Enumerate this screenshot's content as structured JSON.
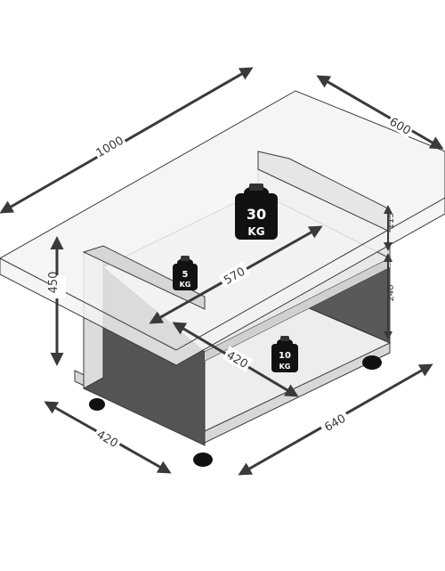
{
  "dimensions": {
    "top_length": "1000",
    "top_depth": "600",
    "height": "450",
    "top_thickness": "115",
    "shelf_gap": "240",
    "shelf_width": "570",
    "shelf_depth": "420",
    "base_depth": "420",
    "base_length": "640"
  },
  "weights": {
    "top": {
      "value": "30",
      "unit": "KG"
    },
    "middle": {
      "value": "5",
      "unit": "KG"
    },
    "bottom": {
      "value": "10",
      "unit": "KG"
    }
  },
  "colors": {
    "line": "#3a3a3a",
    "glass": "#f3f3f3",
    "panel_light": "#e2e2e2",
    "panel_dark": "#555555",
    "weight": "#111111"
  }
}
